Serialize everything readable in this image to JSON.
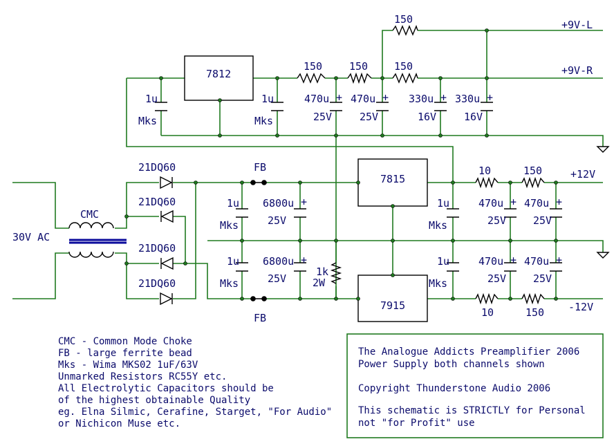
{
  "rails": {
    "plus9_left": "+9V-L",
    "plus9_right": "+9V-R",
    "plus12": "+12V",
    "minus12": "-12V"
  },
  "input": {
    "ac": "30V AC",
    "choke": "CMC"
  },
  "diodes": [
    "21DQ60",
    "21DQ60",
    "21DQ60",
    "21DQ60"
  ],
  "ferrite": {
    "top": "FB",
    "bottom": "FB"
  },
  "regulators": {
    "r9": "7812",
    "r_pos": "7815",
    "r_neg": "7915"
  },
  "resistors": {
    "r150_top": "150",
    "r150_a": "150",
    "r150_b": "150",
    "r150_c": "150",
    "r10_pos": "10",
    "r150_pos": "150",
    "r10_neg": "10",
    "r150_neg": "150",
    "bleed_val": "1k",
    "bleed_w": "2W"
  },
  "caps": {
    "mks_val": "1u",
    "mks_type": "Mks",
    "c470": "470u",
    "c330": "330u",
    "c6800": "6800u",
    "v25": "25V",
    "v16": "16V",
    "plus": "+"
  },
  "notes": [
    "CMC - Common Mode Choke",
    "FB - large ferrite bead",
    "Mks - Wima MKS02 1uF/63V",
    "Unmarked Resistors RC55Y etc.",
    "All Electrolytic Capacitors should be",
    "of the highest obtainable Quality",
    "eg. Elna Silmic, Cerafine, Starget, \"For Audio\"",
    "or Nichicon Muse etc."
  ],
  "info": [
    "The Analogue Addicts Preamplifier 2006",
    "Power Supply both channels shown",
    "Copyright Thunderstone Audio 2006",
    "This schematic is STRICTLY for Personal",
    "not \"for Profit\" use"
  ],
  "colors": {
    "wire": "#1f7a1f",
    "label": "#0a0a6b",
    "device": "#000000"
  }
}
